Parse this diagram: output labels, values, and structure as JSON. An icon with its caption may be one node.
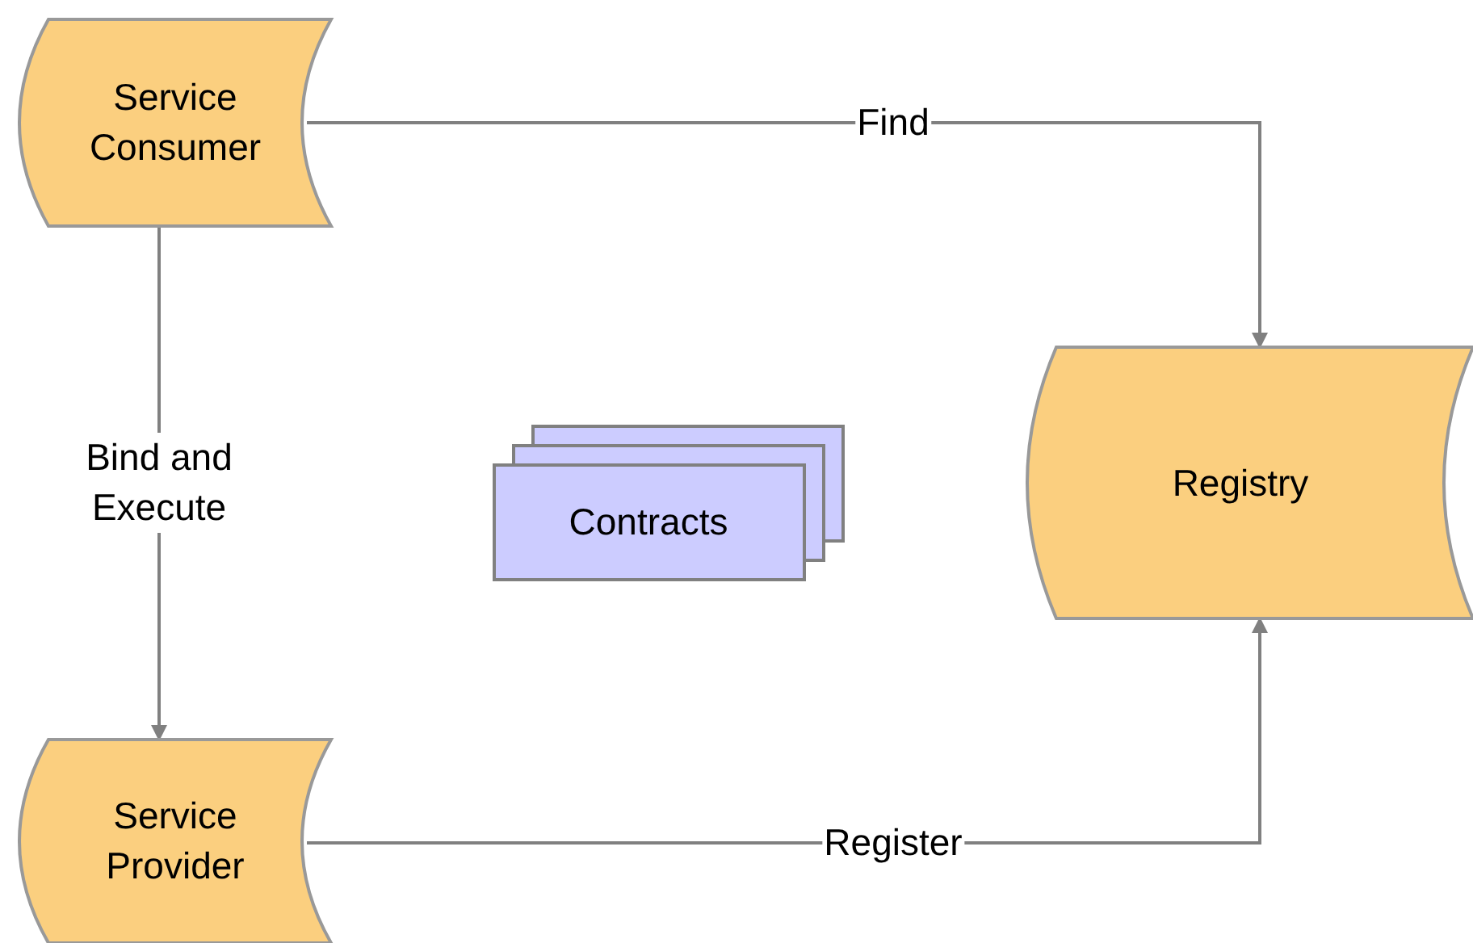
{
  "diagram": {
    "nodes": [
      {
        "text": [
          "Service Consumer"
        ]
      },
      {
        "text": [
          "Registry"
        ]
      },
      {
        "text": [
          "Service Provider"
        ]
      },
      {
        "text": [
          "Contracts"
        ]
      }
    ],
    "edges": [
      {
        "from": 0,
        "to": 1,
        "arrow": "to",
        "label": "Find"
      },
      {
        "from": 0,
        "to": 2,
        "arrow": "to",
        "label": "Bind and Execute"
      },
      {
        "from": 2,
        "to": 1,
        "arrow": "to",
        "label": "Register"
      }
    ]
  }
}
